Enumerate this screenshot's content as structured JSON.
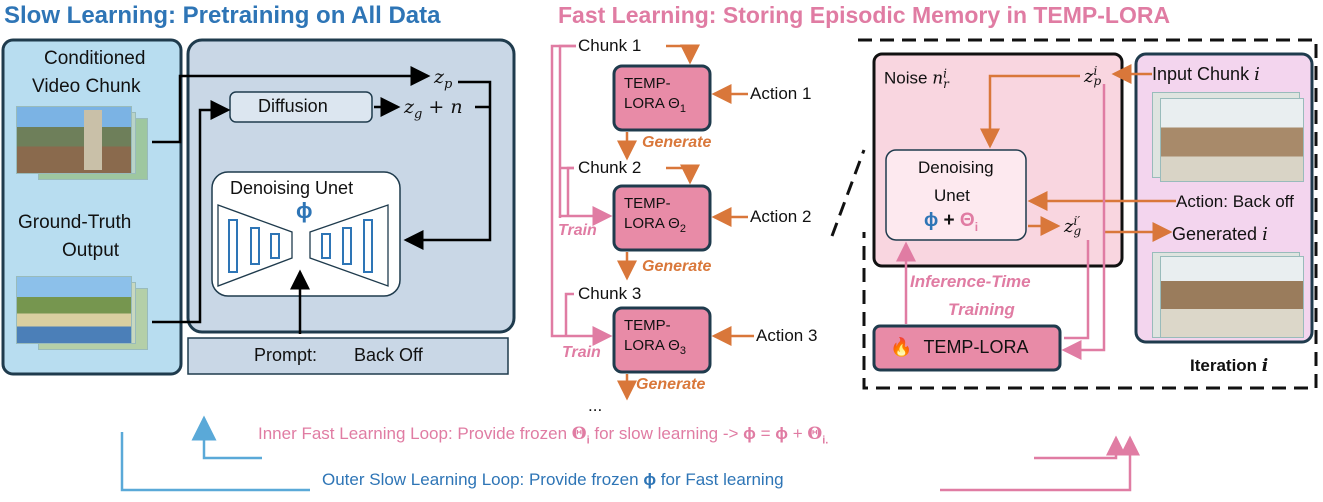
{
  "slow": {
    "title": "Slow Learning: Pretraining on All Data",
    "cond_line1": "Conditioned",
    "cond_line2": "Video Chunk",
    "gt_line1": "Ground-Truth",
    "gt_line2": "Output",
    "diffusion": "Diffusion",
    "zp": "z",
    "zp_sub": "p",
    "zg": "z",
    "zg_sub": "g",
    "plus_n": " + n",
    "unet": "Denoising Unet",
    "phi": "ϕ",
    "prompt_label": "Prompt:",
    "prompt_value": "Back Off"
  },
  "fast": {
    "title": "Fast Learning: Storing Episodic Memory in TEMP-LORA",
    "chunk1": "Chunk 1",
    "chunk2": "Chunk 2",
    "chunk3": "Chunk 3",
    "ellipsis": "...",
    "lora1_a": "TEMP-",
    "lora1_b": "LORA Θ",
    "lora1_sub": "1",
    "lora2_a": "TEMP-",
    "lora2_b": "LORA Θ",
    "lora2_sub": "2",
    "lora3_a": "TEMP-",
    "lora3_b": "LORA Θ",
    "lora3_sub": "3",
    "action1": "Action 1",
    "action2": "Action 2",
    "action3": "Action 3",
    "generate": "Generate",
    "train": "Train"
  },
  "iteration": {
    "noise": "Noise ",
    "noise_var": "n",
    "noise_sup": "i",
    "noise_sub": "r",
    "zp_var": "z",
    "zp_sup": "i",
    "zp_sub": "p",
    "input_chunk": "Input Chunk ",
    "input_i": "i",
    "unet_line1": "Denoising",
    "unet_line2": "Unet",
    "unet_phi": "ϕ",
    "unet_plus": " + ",
    "unet_theta": "Θ",
    "unet_theta_sub": "i",
    "action": "Action: Back off",
    "zg_var": "z",
    "zg_sup": "i′",
    "zg_sub": "g",
    "generated": "Generated ",
    "generated_i": "i",
    "itt_line1": "Inference-Time",
    "itt_line2": "Training",
    "lora_label": "TEMP-LORA",
    "fire_icon": "🔥",
    "iteration_label": "Iteration ",
    "iteration_i": "i"
  },
  "loops": {
    "inner_a": "Inner Fast Learning Loop: Provide frozen ",
    "inner_theta": "Θ",
    "inner_theta_sub": "i",
    "inner_b": " for slow learning -> ",
    "inner_phi": "ϕ",
    "inner_c": " = ",
    "inner_phi2": "ϕ",
    "inner_d": " + ",
    "inner_theta2": "Θ",
    "inner_theta2_sub": "i.",
    "outer_a": "Outer Slow Learning Loop: Provide frozen ",
    "outer_phi": "ϕ",
    "outer_b": " for Fast learning"
  },
  "colors": {
    "blue_title": "#2e75b6",
    "pink_title": "#e07ca3",
    "light_blue_panel": "#b8ddf0",
    "gray_blue_panel": "#c9d7e6",
    "lora_pink": "#e88ba7",
    "arrow_orange": "#d9773a",
    "arrow_pink": "#e07ca3",
    "dark_border": "#1f3b4d"
  }
}
